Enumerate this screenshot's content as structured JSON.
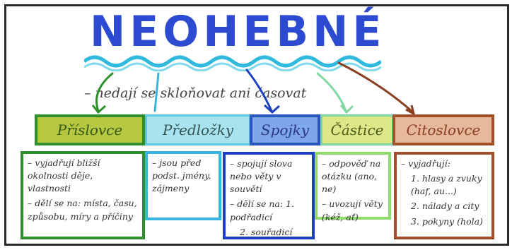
{
  "title": "NEOHEBNÉ",
  "subtitle": "– nedají se skloňovat ani časovat",
  "colors": {
    "title": "#2c4bd0",
    "wave": "#2fb9dd",
    "prislovce": "#2f8f2a",
    "predlozky": "#38b5e0",
    "spojky": "#1d3fc0",
    "castice": "#8fdc6a",
    "citoslovce": "#a24f2b"
  },
  "categories": [
    {
      "name": "Příslovce",
      "lines": [
        "– vyjadřují bližší okolnosti děje, vlastnosti",
        "– dělí se na: místa, času, způsobu, míry a příčiny"
      ]
    },
    {
      "name": "Předložky",
      "lines": [
        "– jsou před podst. jmény, zájmeny"
      ]
    },
    {
      "name": "Spojky",
      "lines": [
        "– spojují slova nebo věty v souvětí",
        "– dělí se na: 1. podřadicí",
        "2. souřadicí"
      ]
    },
    {
      "name": "Částice",
      "lines": [
        "– odpověď na otázku (ano, ne)",
        "– uvozují věty (kéž, ať)"
      ]
    },
    {
      "name": "Citoslovce",
      "lines": [
        "– vyjadřují:",
        "1. hlasy a zvuky (haf, au...)",
        "2. nálady a city",
        "3. pokyny (hola)"
      ]
    }
  ]
}
